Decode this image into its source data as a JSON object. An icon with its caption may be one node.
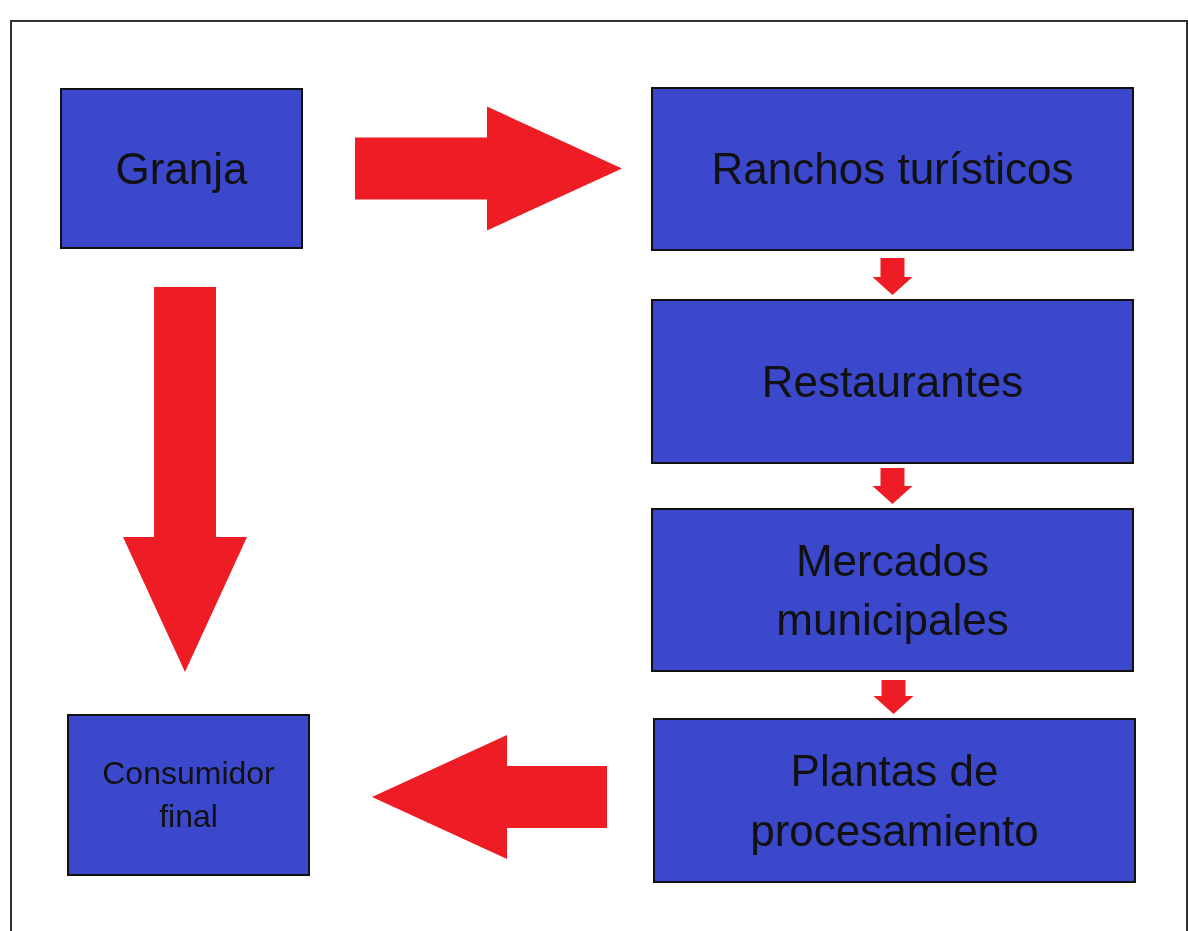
{
  "diagram": {
    "nodes": [
      {
        "text": [
          "Granja"
        ]
      },
      {
        "text": [
          "Ranchos turísticos"
        ]
      },
      {
        "text": [
          "Restaurantes"
        ]
      },
      {
        "text": [
          "Mercados municipales"
        ]
      },
      {
        "text": [
          "Plantas de procesamiento"
        ]
      },
      {
        "text": [
          "Consumidor final"
        ]
      }
    ],
    "edges": [
      {
        "from": 0,
        "to": 1,
        "arrow": "to",
        "style": "thick"
      },
      {
        "from": 0,
        "to": 5,
        "arrow": "to",
        "style": "thick"
      },
      {
        "from": 1,
        "to": 2,
        "arrow": "to"
      },
      {
        "from": 2,
        "to": 3,
        "arrow": "to"
      },
      {
        "from": 3,
        "to": 4,
        "arrow": "to"
      },
      {
        "from": 4,
        "to": 5,
        "arrow": "to",
        "style": "thick"
      }
    ]
  }
}
